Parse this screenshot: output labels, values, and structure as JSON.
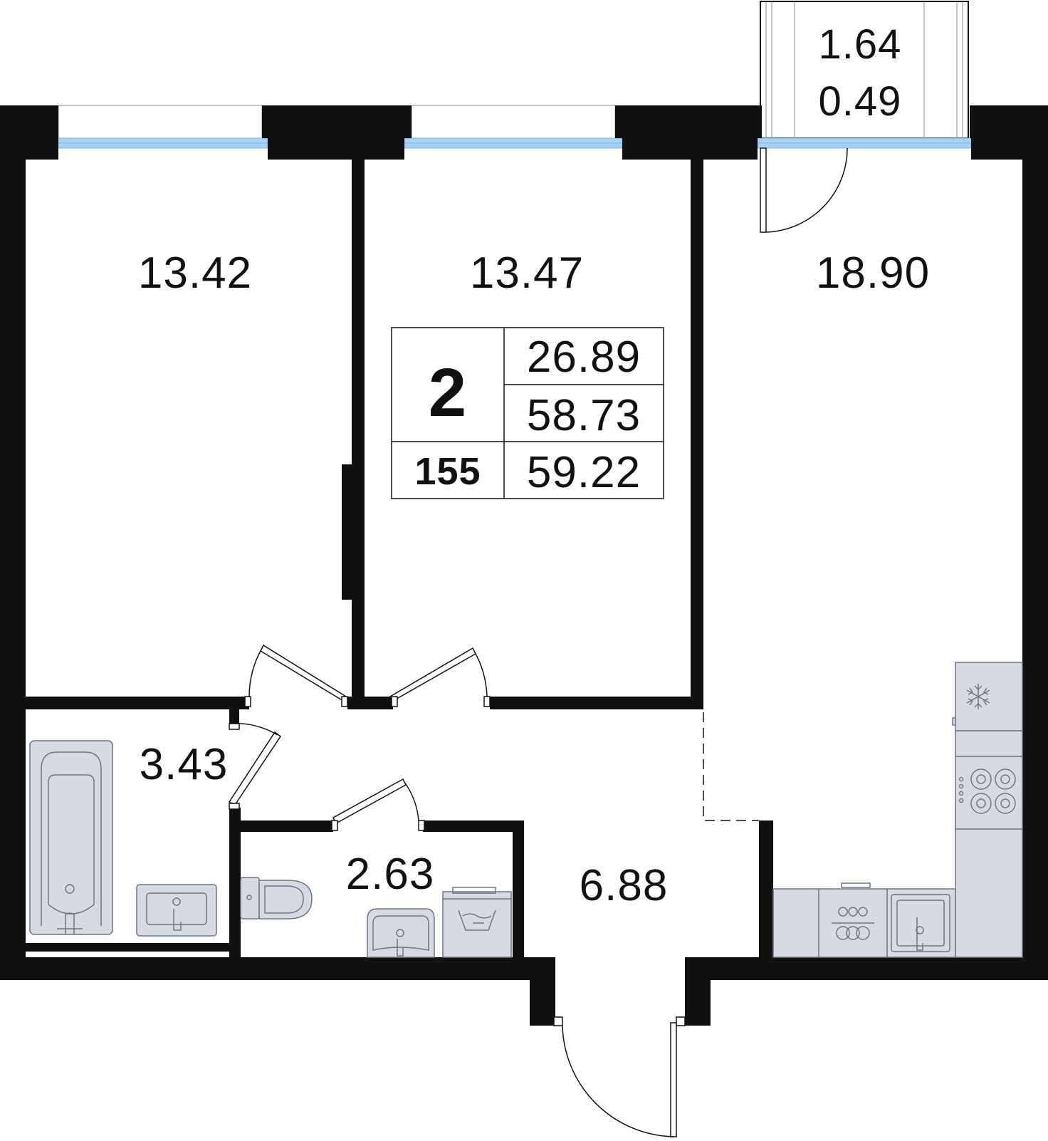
{
  "rooms": {
    "bedroom_1_area": "13.42",
    "bedroom_2_area": "13.47",
    "living_kitchen_area": "18.90",
    "bathroom_area": "3.43",
    "toilet_area": "2.63",
    "hallway_area": "6.88",
    "balcony_area": "1.64",
    "balcony_reduced_area": "0.49"
  },
  "summary_table": {
    "rooms_count": "2",
    "apartment_number": "155",
    "living_area": "26.89",
    "total_area": "58.73",
    "total_area_with_balcony": "59.22"
  },
  "icons": {
    "freezer": "snowflake-icon",
    "stove": "cooktop-icon",
    "sink": "sink-icon",
    "washer": "washing-machine-icon"
  },
  "colors": {
    "wall": "#111111",
    "window_glass": "#a9d3f5",
    "fixture_fill": "#d5dae3"
  }
}
